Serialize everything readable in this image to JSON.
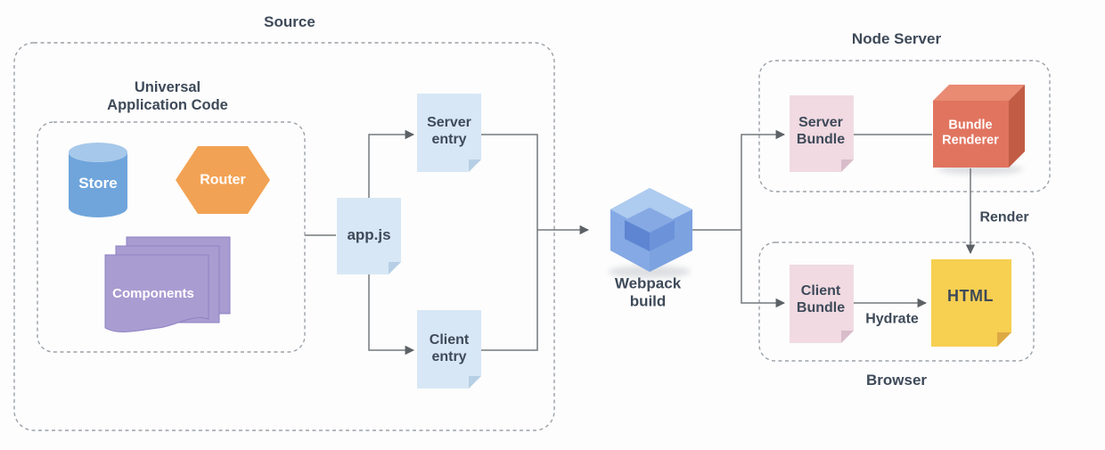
{
  "colors": {
    "text": "#3E4A59",
    "note_blue": "#D8E7F5",
    "note_pink": "#F1DAE2",
    "note_yellow": "#F7CF51",
    "store_blue": "#6FA5DB",
    "router_orange": "#F2A254",
    "components_purple": "#A99CD1",
    "webpack_blue": "#8FB1E5",
    "renderer_red": "#E1745F",
    "connector_gray": "#75797d",
    "dash_gray": "#9BA1A8"
  },
  "containers": {
    "source": {
      "label": "Source"
    },
    "universal": {
      "label": "Universal Application Code"
    },
    "node_server": {
      "label": "Node Server"
    },
    "browser": {
      "label": "Browser"
    }
  },
  "nodes": {
    "store": {
      "label": "Store",
      "shape": "cylinder"
    },
    "router": {
      "label": "Router",
      "shape": "hexagon"
    },
    "components": {
      "label": "Components",
      "shape": "stacked-sheets"
    },
    "app_js": {
      "label": "app.js",
      "shape": "note"
    },
    "server_entry": {
      "label": "Server entry",
      "shape": "note"
    },
    "client_entry": {
      "label": "Client entry",
      "shape": "note"
    },
    "webpack": {
      "label": "Webpack build",
      "shape": "cube"
    },
    "server_bundle": {
      "label": "Server Bundle",
      "shape": "note"
    },
    "bundle_renderer": {
      "label": "Bundle Renderer",
      "shape": "cube-3d"
    },
    "client_bundle": {
      "label": "Client Bundle",
      "shape": "note"
    },
    "html": {
      "label": "HTML",
      "shape": "note"
    }
  },
  "edges": {
    "render": {
      "label": "Render"
    },
    "hydrate": {
      "label": "Hydrate"
    }
  }
}
